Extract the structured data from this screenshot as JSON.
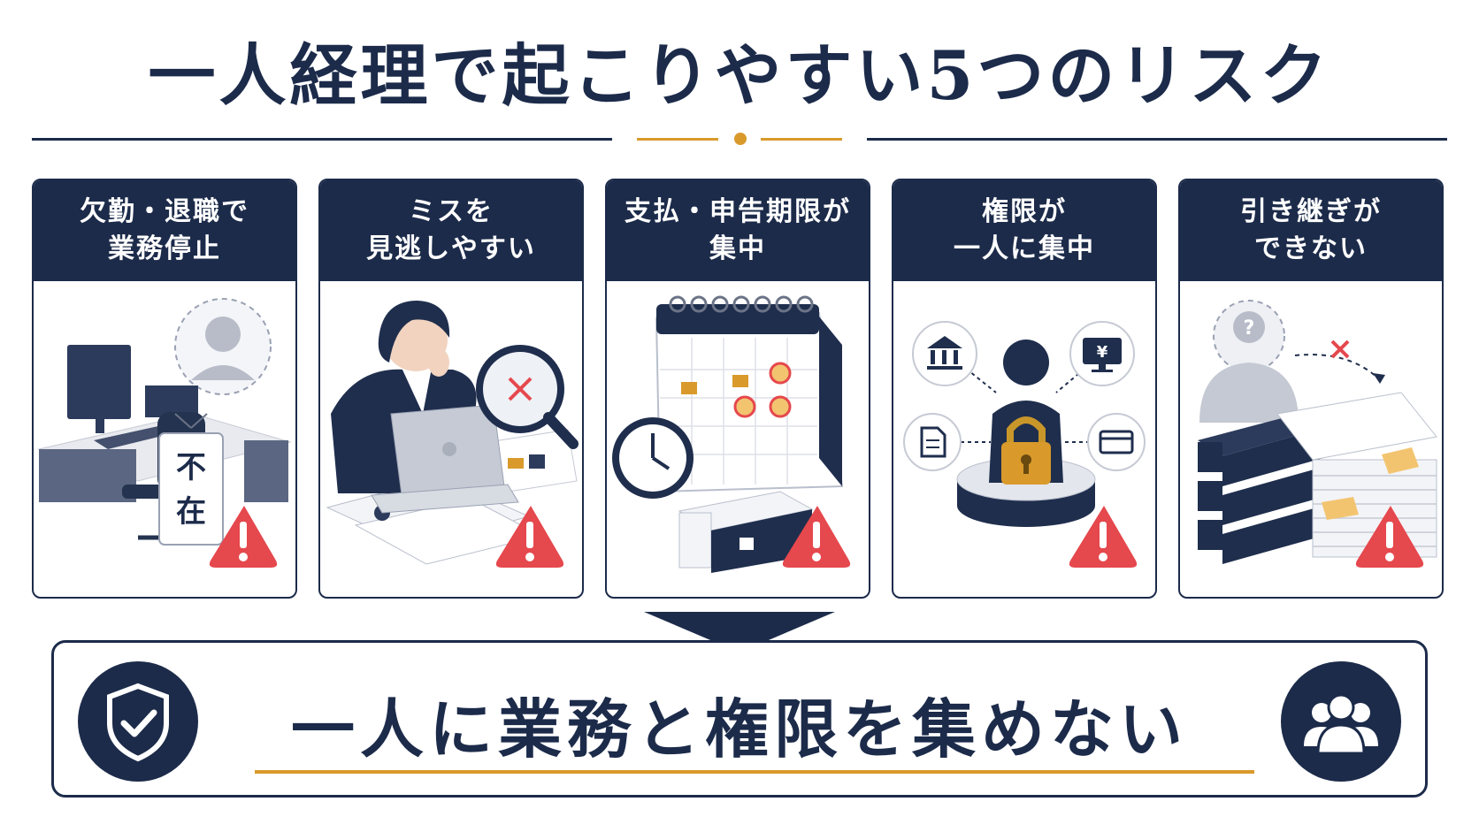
{
  "title": "一人経理で起こりやすい5つのリスク",
  "cards": [
    {
      "line1": "欠勤・退職で",
      "line2": "業務停止",
      "sign_text": [
        "不",
        "在"
      ]
    },
    {
      "line1": "ミスを",
      "line2": "見逃しやすい"
    },
    {
      "line1": "支払・申告期限が",
      "line2": "集中"
    },
    {
      "line1": "権限が",
      "line2": "一人に集中"
    },
    {
      "line1": "引き継ぎが",
      "line2": "できない"
    }
  ],
  "conclusion": "一人に業務と権限を集めない",
  "colors": {
    "navy": "#1c2b4a",
    "gold": "#d99a2b",
    "warning": "#e5484d"
  },
  "icons": [
    "shield-check-icon",
    "group-icon",
    "warning-icon",
    "magnifier-icon",
    "calendar-icon",
    "clock-icon",
    "padlock-icon",
    "bank-icon",
    "yen-monitor-icon",
    "document-icon",
    "card-icon",
    "person-icon"
  ]
}
